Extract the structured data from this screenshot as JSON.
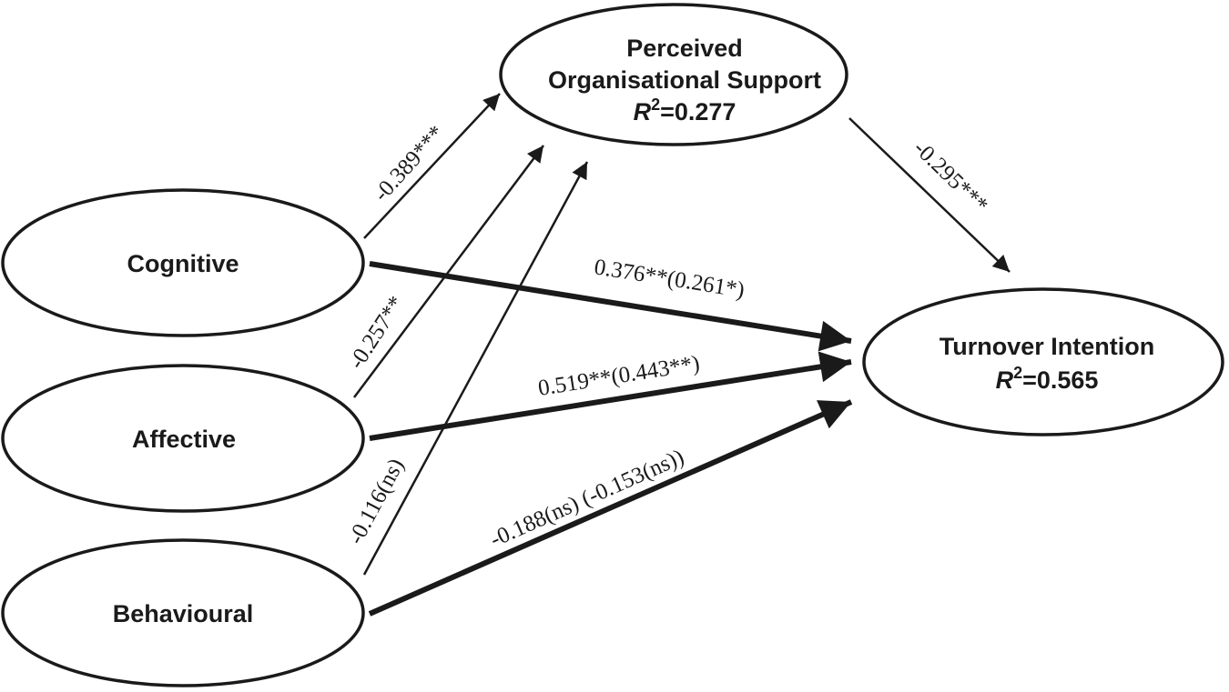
{
  "nodes": {
    "pos": {
      "line1": "Perceived",
      "line2": "Organisational Support",
      "r2_symbol": "R",
      "r2_exponent": "2",
      "r2_value": "=0.277"
    },
    "cognitive": {
      "label": "Cognitive"
    },
    "affective": {
      "label": "Affective"
    },
    "behavioural": {
      "label": "Behavioural"
    },
    "turnover": {
      "line1": "Turnover Intention",
      "r2_symbol": "R",
      "r2_exponent": "2",
      "r2_value": "=0.565"
    }
  },
  "edges": {
    "cognitive_pos": "-0.389***",
    "affective_pos": "-0.257**",
    "behavioural_pos": "-0.116(ns)",
    "pos_turnover": "-0.295***",
    "cognitive_turnover": "0.376**(0.261*)",
    "affective_turnover": "0.519**(0.443**)",
    "behavioural_turnover": "-0.188(ns) (-0.153(ns))"
  },
  "colors": {
    "ink": "#1a1a1a",
    "background": "#ffffff"
  }
}
